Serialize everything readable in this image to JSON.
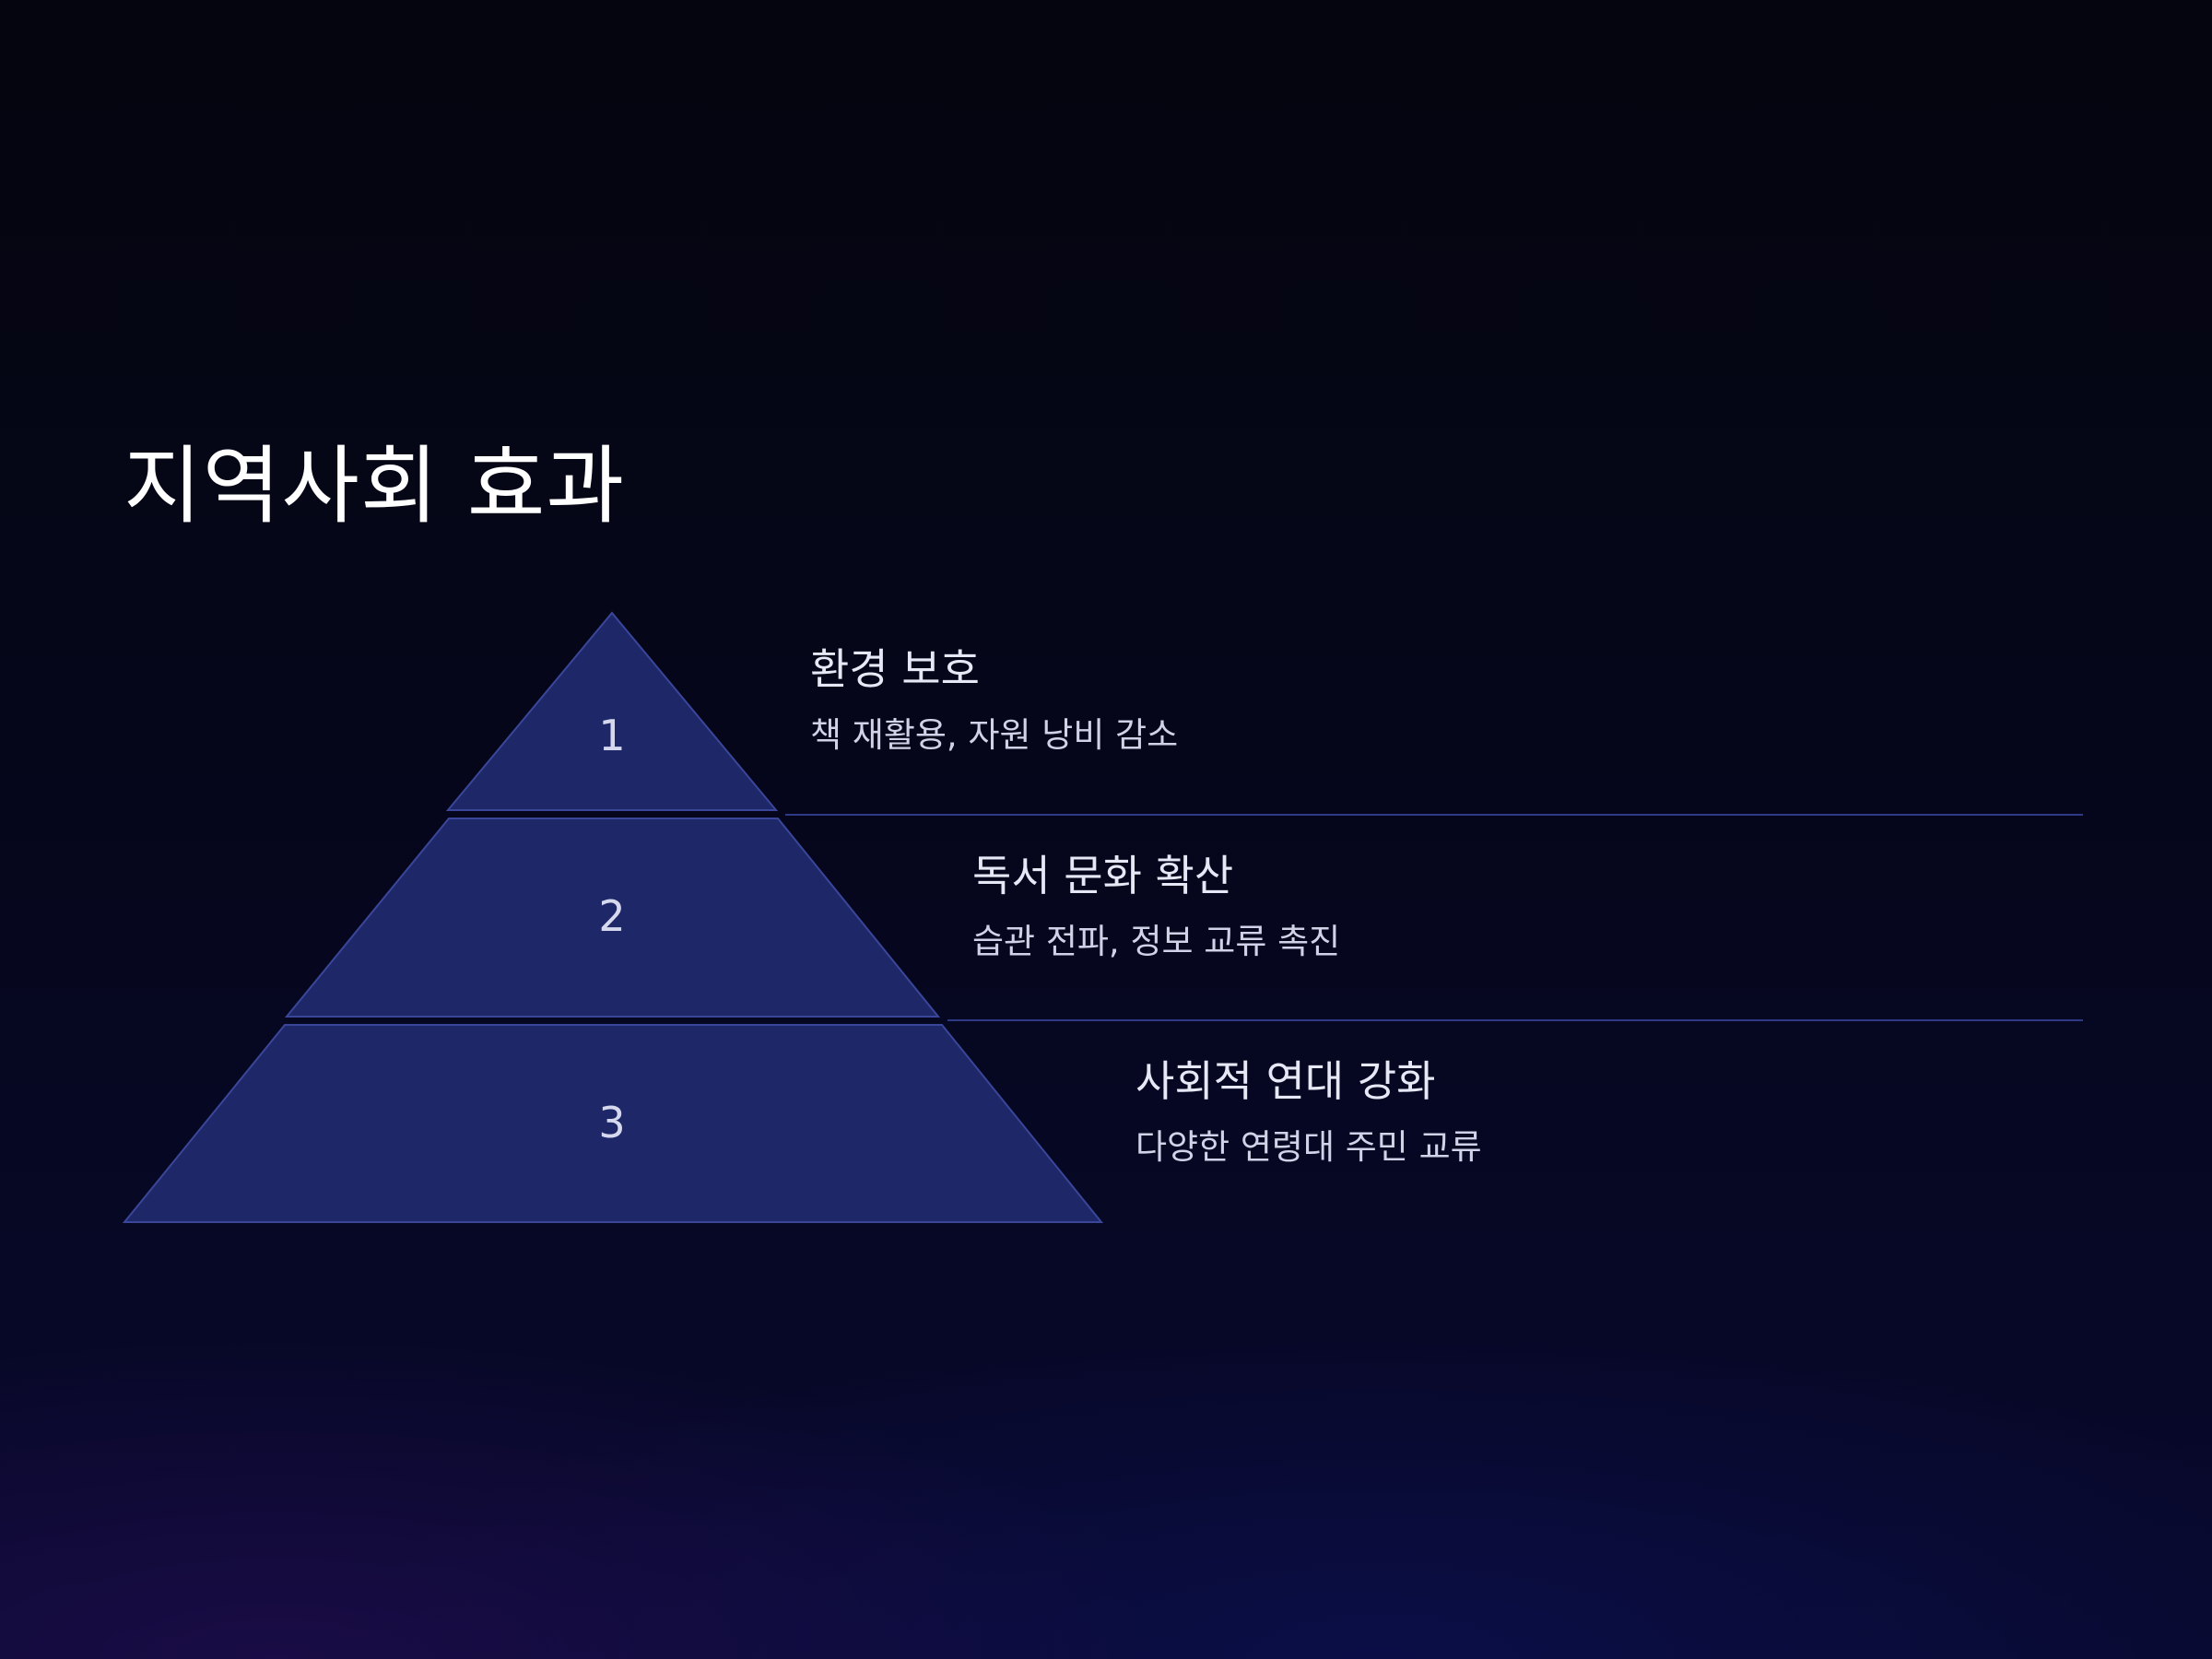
{
  "title": "지역사회 효과",
  "colors": {
    "background": "#05061a",
    "tier_fill": "#1e2868",
    "tier_stroke": "#3a4699",
    "divider": "#2f3a86",
    "text": "#ffffff"
  },
  "tiers": [
    {
      "number": "1",
      "heading": "환경 보호",
      "description": "책 재활용, 자원 낭비 감소"
    },
    {
      "number": "2",
      "heading": "독서 문화 확산",
      "description": "습관 전파, 정보 교류 촉진"
    },
    {
      "number": "3",
      "heading": "사회적 연대 강화",
      "description": "다양한 연령대 주민 교류"
    }
  ]
}
